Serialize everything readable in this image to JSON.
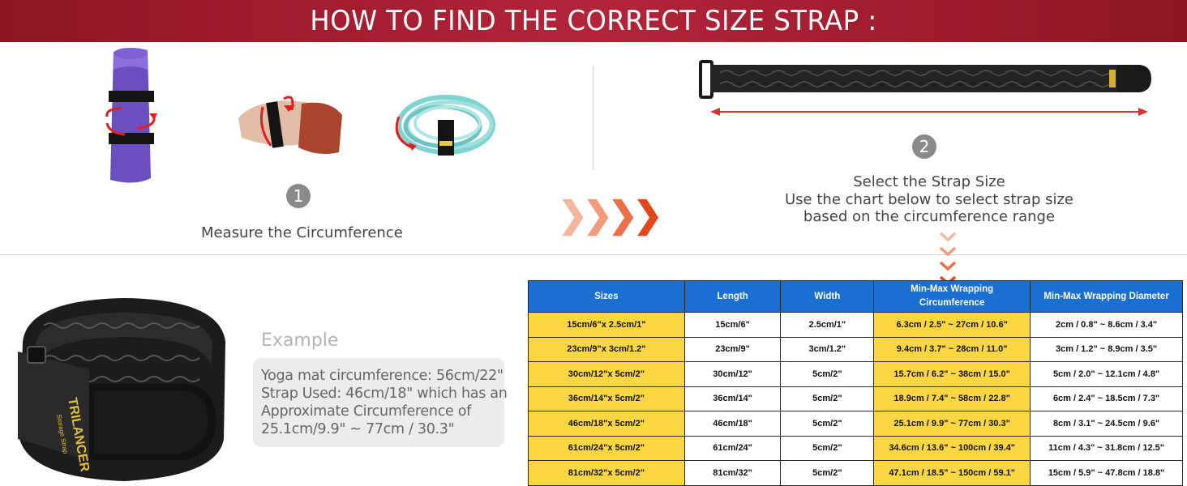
{
  "banner": {
    "title": "HOW TO FIND THE CORRECT SIZE STRAP :"
  },
  "colors": {
    "banner": "#9e1b2b",
    "table_header": "#1a6fd1",
    "highlight": "#fbd643",
    "arrow_red": "#d9322b"
  },
  "step1": {
    "number": "1",
    "label": "Measure the Circumference"
  },
  "step2": {
    "number": "2",
    "lines": [
      "Select the Strap Size",
      "Use the chart below to select strap size",
      "based on the circumference range"
    ]
  },
  "brand_text": "TRILANCER",
  "brand_sub": "Storage Strap",
  "example": {
    "label": "Example",
    "lines": [
      "Yoga mat circumference: 56cm/22\"",
      "Strap Used: 46cm/18\" which has an",
      "Approximate Circumference of",
      "25.1cm/9.9\" ~ 77cm / 30.3\""
    ]
  },
  "table": {
    "headers": [
      "Sizes",
      "Length",
      "Width",
      "Min-Max Wrapping Circumference",
      "Min-Max Wrapping Diameter"
    ],
    "rows": [
      [
        "15cm/6\"x 2.5cm/1\"",
        "15cm/6\"",
        "2.5cm/1\"",
        "6.3cm / 2.5\" ~ 27cm / 10.6\"",
        "2cm / 0.8\" ~ 8.6cm / 3.4\""
      ],
      [
        "23cm/9\"x 3cm/1.2\"",
        "23cm/9\"",
        "3cm/1.2\"",
        "9.4cm / 3.7\" ~ 28cm / 11.0\"",
        "3cm / 1.2\" ~ 8.9cm / 3.5\""
      ],
      [
        "30cm/12\"x 5cm/2\"",
        "30cm/12\"",
        "5cm/2\"",
        "15.7cm / 6.2\" ~ 38cm / 15.0\"",
        "5cm / 2.0\" ~ 12.1cm / 4.8\""
      ],
      [
        "36cm/14\"x 5cm/2\"",
        "36cm/14\"",
        "5cm/2\"",
        "18.9cm / 7.4\" ~ 58cm / 22.8\"",
        "6cm / 2.4\" ~ 18.5cm / 7.3\""
      ],
      [
        "46cm/18\"x 5cm/2\"",
        "46cm/18\"",
        "5cm/2\"",
        "25.1cm / 9.9\" ~ 77cm / 30.3\"",
        "8cm / 3.1\" ~ 24.5cm / 9.6\""
      ],
      [
        "61cm/24\"x 5cm/2\"",
        "61cm/24\"",
        "5cm/2\"",
        "34.6cm / 13.6\" ~ 100cm / 39.4\"",
        "11cm / 4.3\" ~ 31.8cm / 12.5\""
      ],
      [
        "81cm/32\"x 5cm/2\"",
        "81cm/32\"",
        "5cm/2\"",
        "47.1cm / 18.5\" ~ 150cm / 59.1\"",
        "15cm / 5.9\" ~ 47.8cm / 18.8\""
      ]
    ]
  }
}
